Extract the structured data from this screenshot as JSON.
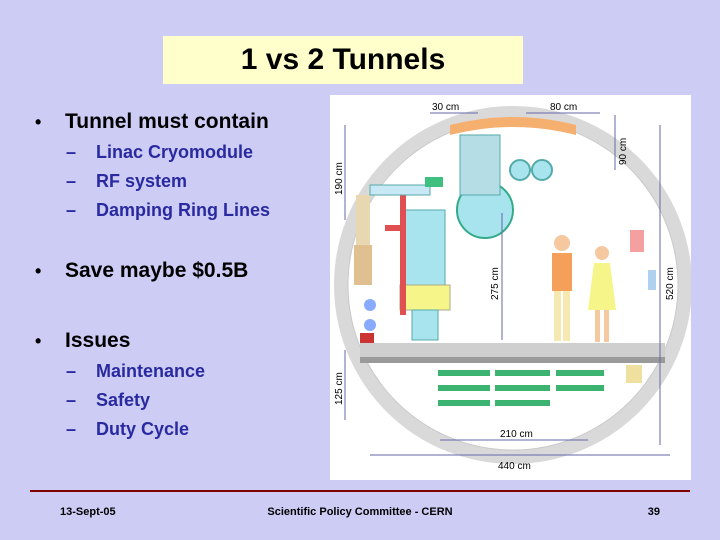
{
  "slide": {
    "title": "1 vs 2 Tunnels",
    "bullets": [
      {
        "text": "Tunnel must contain",
        "subs": [
          "Linac Cryomodule",
          "RF system",
          "Damping Ring Lines"
        ]
      },
      {
        "text": "Save maybe $0.5B",
        "subs": []
      },
      {
        "text": "Issues",
        "subs": [
          "Maintenance",
          "Safety",
          "Duty Cycle"
        ]
      }
    ]
  },
  "figure": {
    "dimensions": {
      "top_left": "30 cm",
      "top_right": "80 cm",
      "right_small": "90 cm",
      "left_upper": "190 cm",
      "center_vertical": "275 cm",
      "right_large": "520 cm",
      "left_lower": "125 cm",
      "bottom_inner": "210 cm",
      "bottom_outer": "440 cm"
    },
    "colors": {
      "tunnel": "#d9d9d9",
      "cryo": "#a8e4ee",
      "pipe": "#e05050",
      "yellow": "#f5f58a",
      "orange": "#f5a05a",
      "green": "#3cb371"
    }
  },
  "footer": {
    "date": "13-Sept-05",
    "committee": "Scientific Policy Committee - CERN",
    "page": "39"
  }
}
